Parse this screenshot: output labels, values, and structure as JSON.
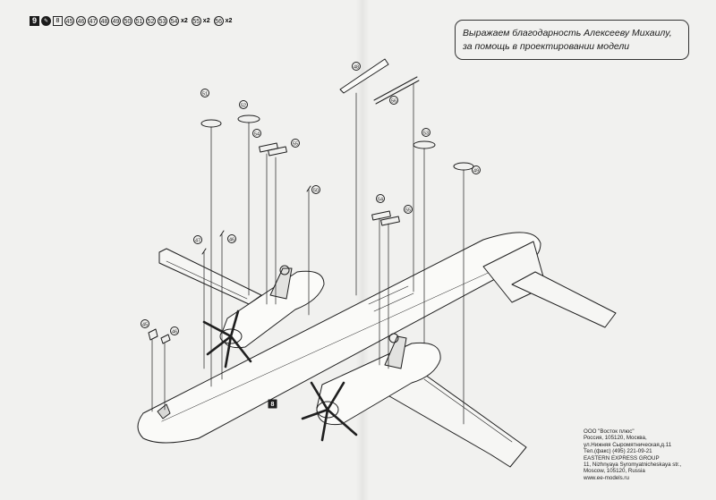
{
  "step": {
    "number": "9",
    "parts": [
      {
        "label": "8",
        "style": "square"
      },
      {
        "label": "45"
      },
      {
        "label": "46"
      },
      {
        "label": "47"
      },
      {
        "label": "48"
      },
      {
        "label": "49"
      },
      {
        "label": "50"
      },
      {
        "label": "51"
      },
      {
        "label": "52"
      },
      {
        "label": "53"
      },
      {
        "label": "54",
        "suffix": "x2"
      },
      {
        "label": "55",
        "suffix": "x2"
      },
      {
        "label": "56",
        "suffix": "x2"
      }
    ]
  },
  "note": {
    "line1": "Выражаем благодарность Алексееву Михаилу,",
    "line2": "за помощь в проектировании модели"
  },
  "company": {
    "lines": [
      "ООО \"Восток плюс\"",
      "Россия, 105120, Москва,",
      "ул.Нижняя Сыромятническая,д.11",
      "Тел.(факс) (495) 221-09-21",
      "EASTERN EXPRESS GROUP",
      "11, Nizhnyaya Syromyatnicheskaya str.,",
      "Moscow, 105120, Russia",
      "www.ee-models.ru"
    ]
  },
  "callouts": [
    {
      "id": "c51",
      "label": "51"
    },
    {
      "id": "c52",
      "label": "52"
    },
    {
      "id": "c54a",
      "label": "54"
    },
    {
      "id": "c55a",
      "label": "55"
    },
    {
      "id": "c50",
      "label": "50"
    },
    {
      "id": "c46",
      "label": "46"
    },
    {
      "id": "c47",
      "label": "47"
    },
    {
      "id": "c48",
      "label": "48"
    },
    {
      "id": "c53",
      "label": "53"
    },
    {
      "id": "c49",
      "label": "49"
    },
    {
      "id": "c56",
      "label": "56"
    },
    {
      "id": "c54b",
      "label": "54"
    },
    {
      "id": "c55b",
      "label": "55"
    },
    {
      "id": "c45",
      "label": "45"
    },
    {
      "id": "c46b",
      "label": "46"
    }
  ],
  "body_part_label": "8",
  "colors": {
    "paper": "#f1f1ef",
    "ink": "#1f1f1f"
  }
}
